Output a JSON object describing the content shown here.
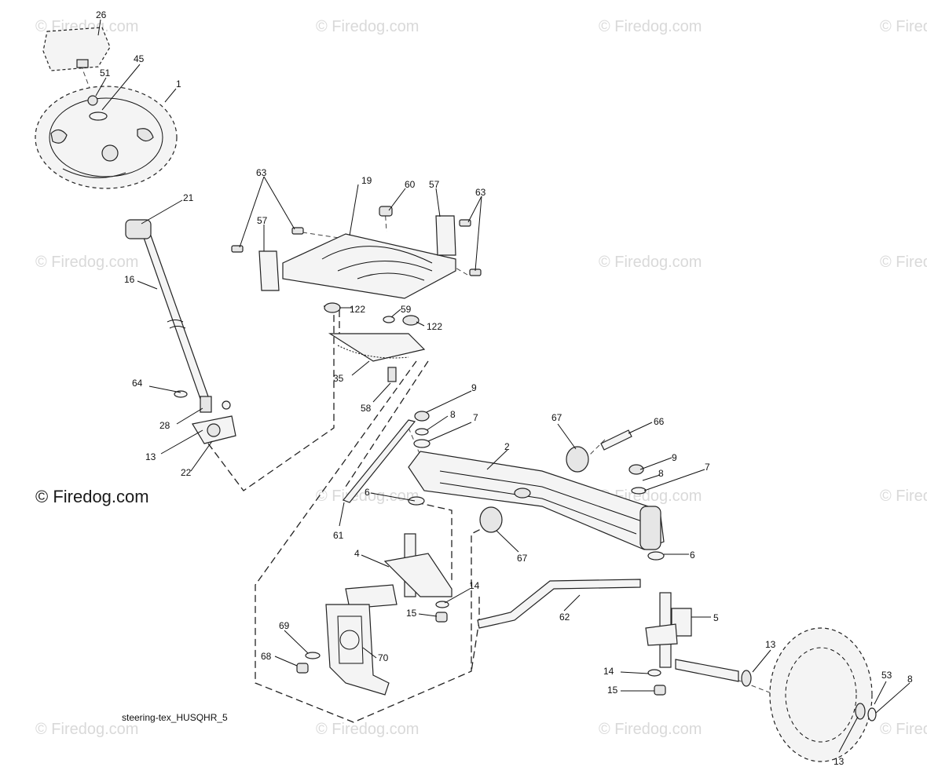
{
  "caption": "steering-tex_HUSQHR_5",
  "watermark": "© Firedog.com",
  "watermark_main": "© Firedog.com",
  "callouts": {
    "c26": "26",
    "c45": "45",
    "c51": "51",
    "c1": "1",
    "c21": "21",
    "c16": "16",
    "c64": "64",
    "c28": "28",
    "c13a": "13",
    "c22": "22",
    "c63a": "63",
    "c19": "19",
    "c60": "60",
    "c57a": "57",
    "c63b": "63",
    "c57b": "57",
    "c122a": "122",
    "c59": "59",
    "c122b": "122",
    "c35": "35",
    "c58": "58",
    "c9a": "9",
    "c8a": "8",
    "c7a": "7",
    "c67a": "67",
    "c66": "66",
    "c2": "2",
    "c9b": "9",
    "c8b": "8",
    "c7b": "7",
    "c6a": "6",
    "c61": "61",
    "c67b": "67",
    "c6b": "6",
    "c4": "4",
    "c14a": "14",
    "c15a": "15",
    "c62": "62",
    "c5": "5",
    "c69": "69",
    "c68": "68",
    "c70": "70",
    "c13b": "13",
    "c14b": "14",
    "c15b": "15",
    "c53": "53",
    "c8c": "8",
    "c13c": "13"
  }
}
